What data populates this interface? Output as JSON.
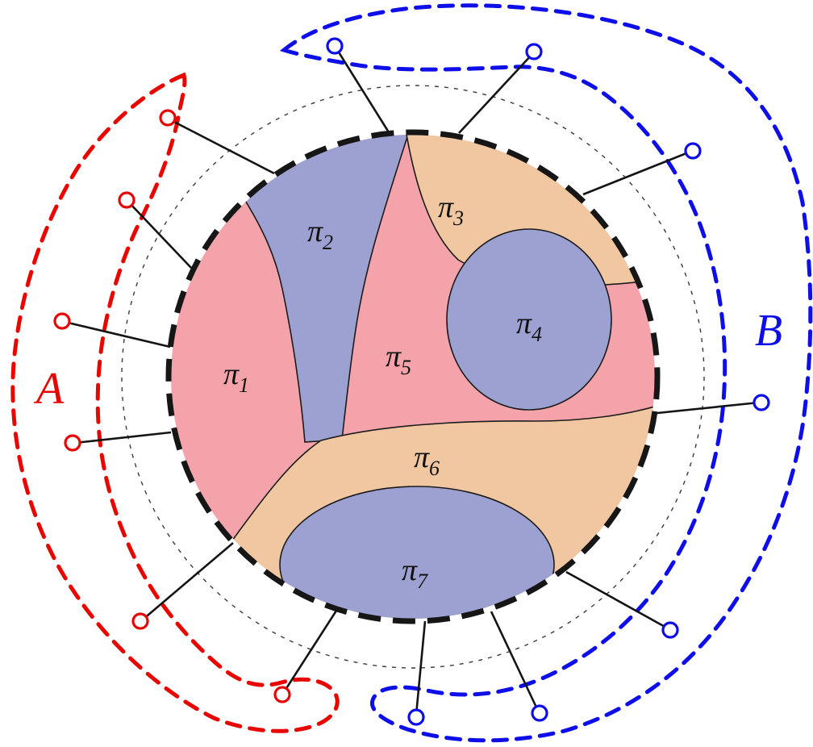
{
  "colors": {
    "pink": "#F4A3AA",
    "purple": "#9CA1D1",
    "orange": "#F1C7A2",
    "red": "#E80600",
    "blue": "#0E0EE8",
    "disk_stroke": "#161616",
    "leg_stroke": "#141414",
    "dotted_circle": "#3A3A3A",
    "label_ink": "#111111"
  },
  "regions": [
    {
      "name": "pi_1",
      "symbol": "π",
      "sub": "1",
      "fill": "pink"
    },
    {
      "name": "pi_2",
      "symbol": "π",
      "sub": "2",
      "fill": "purple"
    },
    {
      "name": "pi_3",
      "symbol": "π",
      "sub": "3",
      "fill": "orange"
    },
    {
      "name": "pi_4",
      "symbol": "π",
      "sub": "4",
      "fill": "purple"
    },
    {
      "name": "pi_5",
      "symbol": "π",
      "sub": "5",
      "fill": "pink"
    },
    {
      "name": "pi_6",
      "symbol": "π",
      "sub": "6",
      "fill": "orange"
    },
    {
      "name": "pi_7",
      "symbol": "π",
      "sub": "7",
      "fill": "purple"
    }
  ],
  "groups": [
    {
      "label": "A",
      "color_key": "red",
      "node_count": 6
    },
    {
      "label": "B",
      "color_key": "blue",
      "node_count": 7
    }
  ]
}
